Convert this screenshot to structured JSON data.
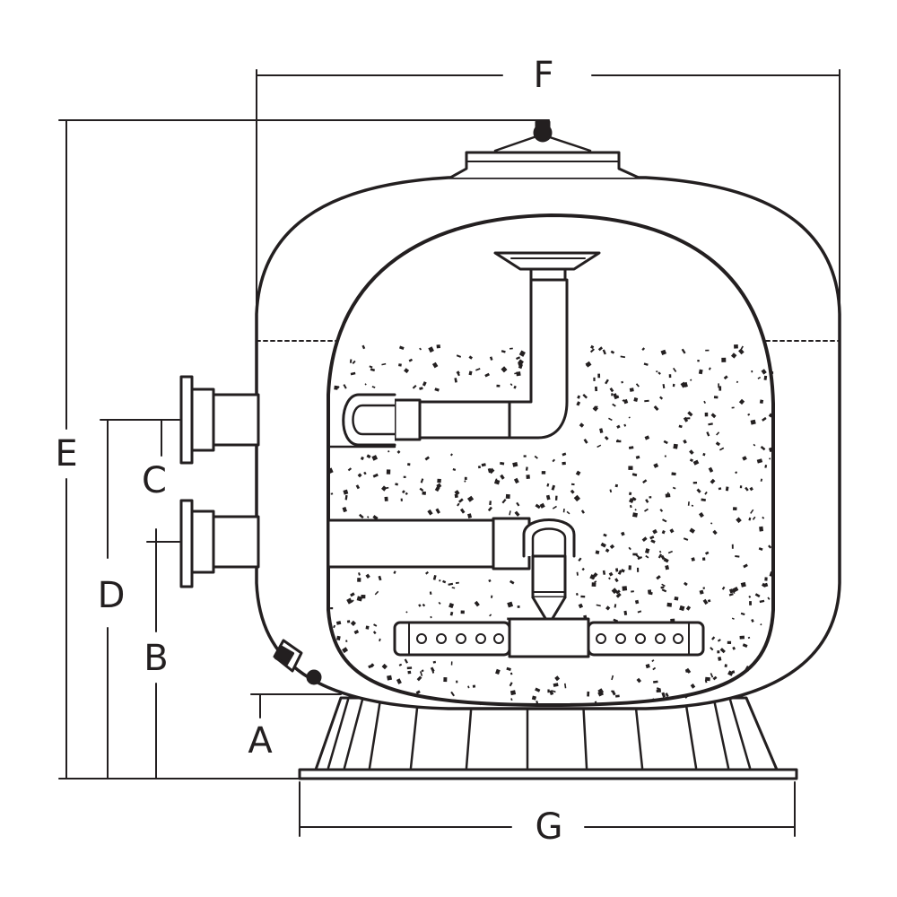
{
  "labels": {
    "a": "A",
    "b": "B",
    "c": "C",
    "d": "D",
    "e": "E",
    "f": "F",
    "g": "G"
  },
  "colors": {
    "ink": "#231f20",
    "paper": "#ffffff"
  }
}
